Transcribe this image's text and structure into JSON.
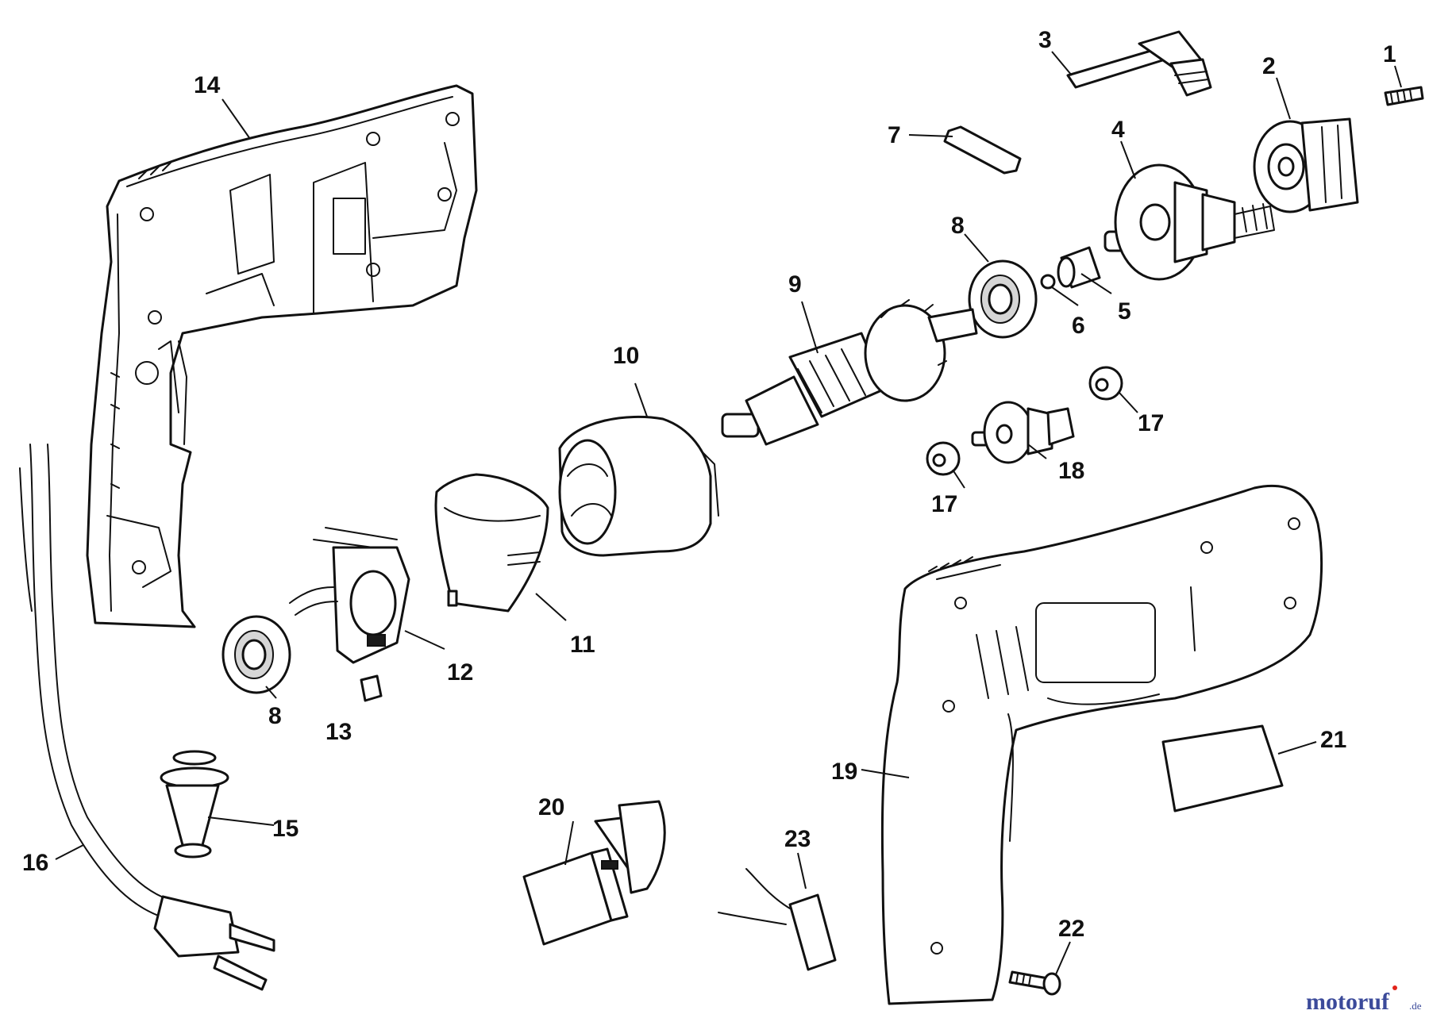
{
  "callouts": [
    {
      "id": "1",
      "label": "1"
    },
    {
      "id": "2",
      "label": "2"
    },
    {
      "id": "3",
      "label": "3"
    },
    {
      "id": "4",
      "label": "4"
    },
    {
      "id": "5",
      "label": "5"
    },
    {
      "id": "6",
      "label": "6"
    },
    {
      "id": "7",
      "label": "7"
    },
    {
      "id": "8a",
      "label": "8"
    },
    {
      "id": "8b",
      "label": "8"
    },
    {
      "id": "9",
      "label": "9"
    },
    {
      "id": "10",
      "label": "10"
    },
    {
      "id": "11",
      "label": "11"
    },
    {
      "id": "12",
      "label": "12"
    },
    {
      "id": "13",
      "label": "13"
    },
    {
      "id": "14",
      "label": "14"
    },
    {
      "id": "15",
      "label": "15"
    },
    {
      "id": "16",
      "label": "16"
    },
    {
      "id": "17a",
      "label": "17"
    },
    {
      "id": "17b",
      "label": "17"
    },
    {
      "id": "18",
      "label": "18"
    },
    {
      "id": "19",
      "label": "19"
    },
    {
      "id": "20",
      "label": "20"
    },
    {
      "id": "21",
      "label": "21"
    },
    {
      "id": "22",
      "label": "22"
    },
    {
      "id": "23",
      "label": "23"
    }
  ],
  "watermark": {
    "brand": "motoruf",
    "tld": ".de",
    "colors": {
      "brand": "#3b4a9a",
      "accent": "#e2231a"
    }
  }
}
